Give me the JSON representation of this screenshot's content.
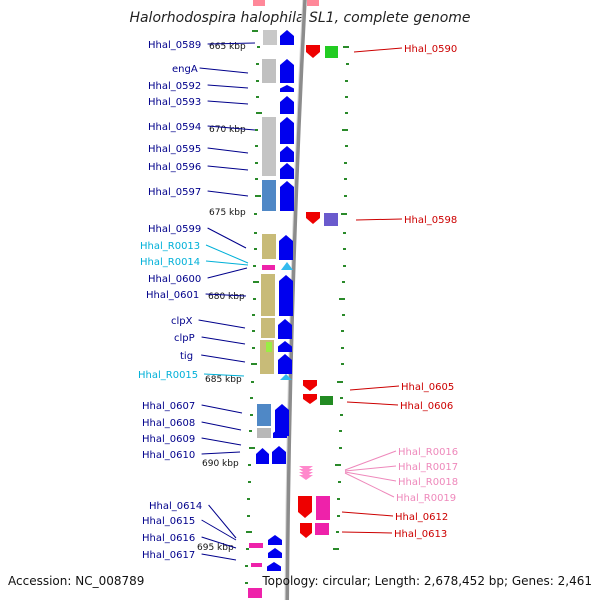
{
  "title": "Halorhodospira halophila SL1, complete genome",
  "accession_label": "Accession: NC_008789",
  "topology_label": "Topology: circular; Length: 2,678,452 bp; Genes: 2,461",
  "colors": {
    "backbone": "#8c8c8c",
    "tick": "#2a8a2a",
    "gene_cds": "#0000ee",
    "gene_cds_reverse": "#ee0000",
    "rrna": "#ee22aa",
    "trna": "#33bbee",
    "label_left": "#00008b",
    "label_right": "#cc0000",
    "label_trna": "#00b0d8",
    "label_rrna": "#ee88bb"
  },
  "scale_labels": [
    "665 kbp",
    "670 kbp",
    "675 kbp",
    "680 kbp",
    "685 kbp",
    "690 kbp",
    "695 kbp"
  ],
  "left_labels": [
    "Hhal_0589",
    "engA",
    "Hhal_0592",
    "Hhal_0593",
    "Hhal_0594",
    "Hhal_0595",
    "Hhal_0596",
    "Hhal_0597",
    "Hhal_0599",
    "Hhal_R0013",
    "Hhal_R0014",
    "Hhal_0600",
    "Hhal_0601",
    "clpX",
    "clpP",
    "tig",
    "Hhal_R0015",
    "Hhal_0607",
    "Hhal_0608",
    "Hhal_0609",
    "Hhal_0610",
    "Hhal_0614",
    "Hhal_0615",
    "Hhal_0616",
    "Hhal_0617"
  ],
  "right_labels": [
    "Hhal_0590",
    "Hhal_0598",
    "Hhal_0605",
    "Hhal_0606",
    "Hhal_R0016",
    "Hhal_R0017",
    "Hhal_R0018",
    "Hhal_R0019",
    "Hhal_0612",
    "Hhal_0613"
  ]
}
